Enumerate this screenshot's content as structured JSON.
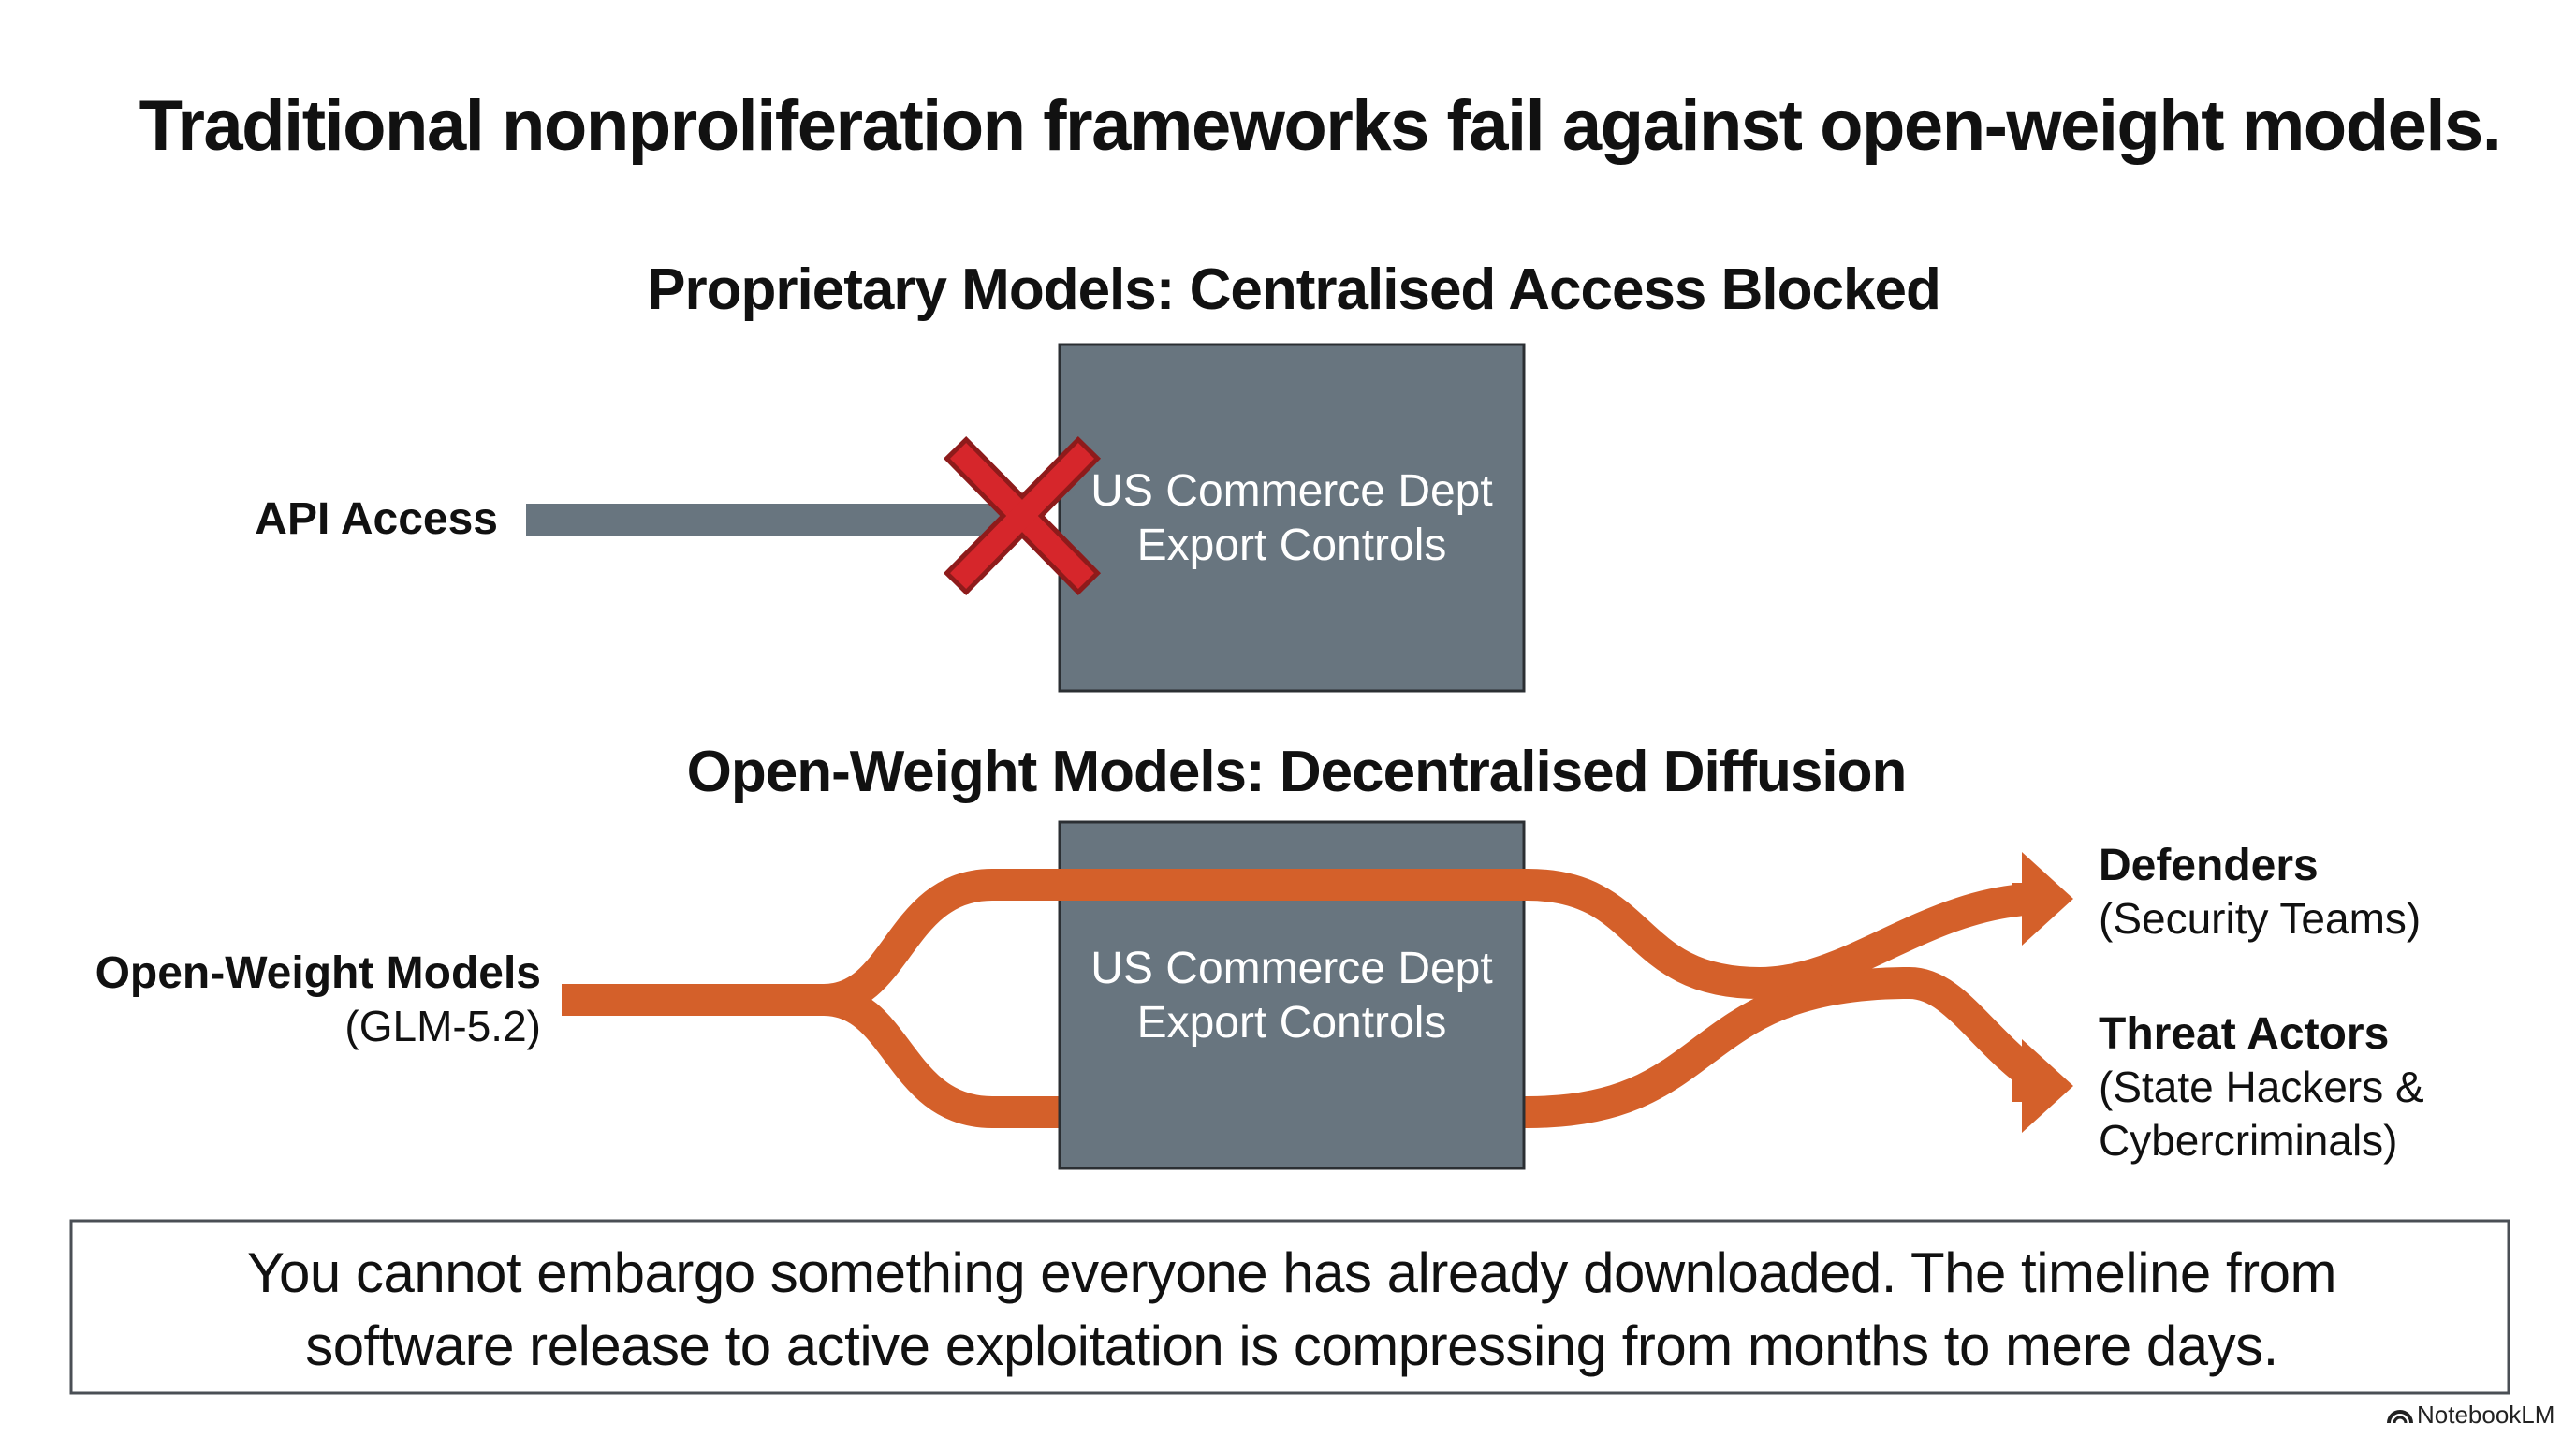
{
  "title": "Traditional nonproliferation frameworks fail against open-weight models.",
  "proprietary": {
    "heading": "Proprietary Models: Centralised Access Blocked",
    "input_label": "API Access",
    "box_line1": "US Commerce Dept",
    "box_line2": "Export Controls"
  },
  "open_weight": {
    "heading": "Open-Weight Models: Decentralised Diffusion",
    "source_title": "Open-Weight Models",
    "source_subtitle": "(GLM-5.2)",
    "box_line1": "US Commerce Dept",
    "box_line2": "Export Controls",
    "defenders_title": "Defenders",
    "defenders_subtitle": "(Security Teams)",
    "threat_title": "Threat Actors",
    "threat_line1": "(State Hackers &",
    "threat_line2": "Cybercriminals)"
  },
  "callout": {
    "line1": "You cannot embargo something everyone has already downloaded. The timeline from",
    "line2": "software release to active exploitation is compressing from months to mere days."
  },
  "watermark": "NotebookLM",
  "colors": {
    "box_fill": "#68757f",
    "flow": "#d4602a",
    "block_x": "#d6262b",
    "gray_line": "#68757f"
  }
}
